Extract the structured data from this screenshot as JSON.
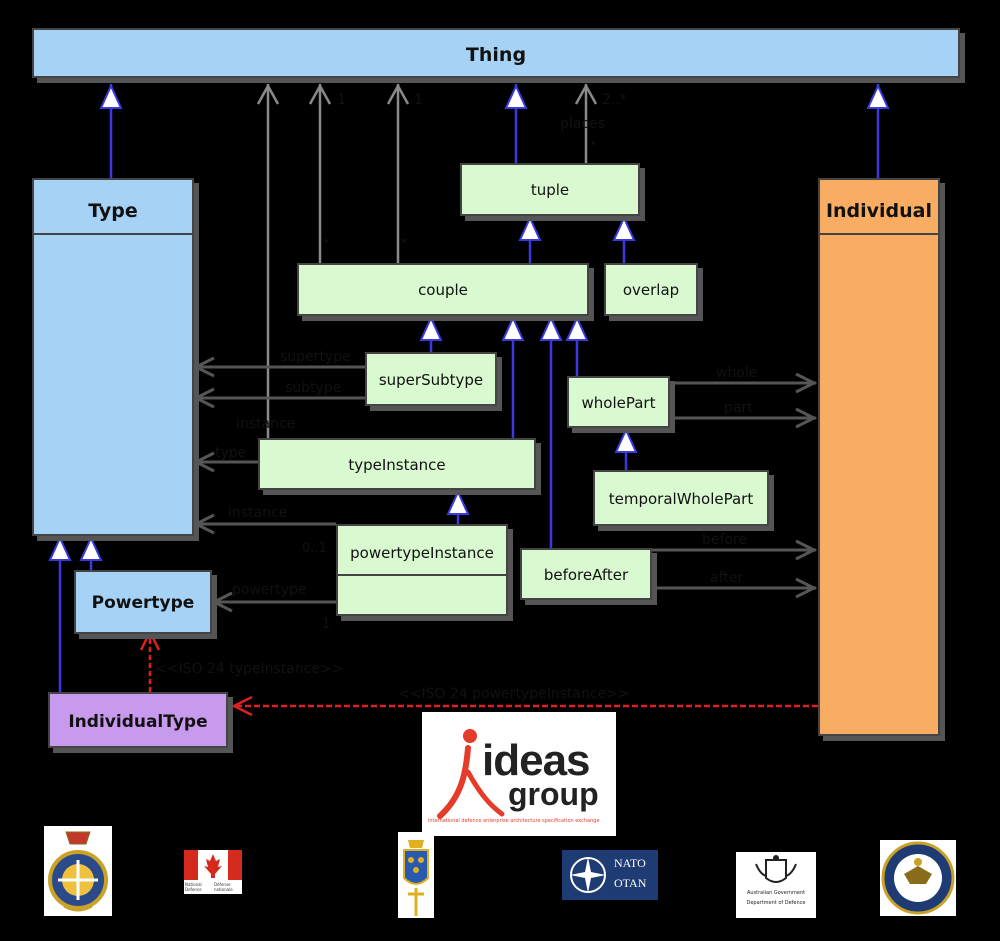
{
  "classes": {
    "thing": "Thing",
    "type": "Type",
    "individual": "Individual",
    "tuple": "tuple",
    "couple": "couple",
    "overlap": "overlap",
    "super_subtype": "superSubtype",
    "whole_part": "wholePart",
    "type_instance": "typeInstance",
    "temporal_whole_part": "temporalWholePart",
    "powertype_instance": "powertypeInstance",
    "before_after": "beforeAfter",
    "powertype": "Powertype",
    "individual_type": "IndividualType"
  },
  "roles": {
    "m1": "1",
    "m2": "1",
    "m3": "2..*",
    "places": "places",
    "m4": "*",
    "m5": "*",
    "m6": "*",
    "supertype": "supertype",
    "subtype": "subtype",
    "instance_upper": "instance",
    "type": "type",
    "instance_lower": "instance",
    "powertype": "powertype",
    "m_pt_instance": "0..1",
    "m_pt_powertype": "1",
    "whole": "whole",
    "part": "part",
    "before": "before",
    "after": "after",
    "it_powertype": "<<ISO 24 typeInstance>>",
    "it_instance": "<<ISO 24 powertypeInstance>>"
  },
  "logo": {
    "text_main": "ideas",
    "text_sub": "group",
    "tagline": "international defence enterprise architecture specification exchange"
  },
  "partners": {
    "canada_left": "National Defence",
    "canada_right": "Défense nationale",
    "nato_1": "NATO",
    "nato_2": "OTAN",
    "australia_1": "Australian Government",
    "australia_2": "Department of Defence"
  },
  "colors": {
    "type_blue": "#a6d2f5",
    "tuple_green": "#d9f9d0",
    "individual_orange": "#f8ad63",
    "individualtype_purple": "#c79aee",
    "generalization_blue": "#3a3ae0",
    "typeinstance_red": "#e02020",
    "association_gray": "#8a8a8a"
  }
}
